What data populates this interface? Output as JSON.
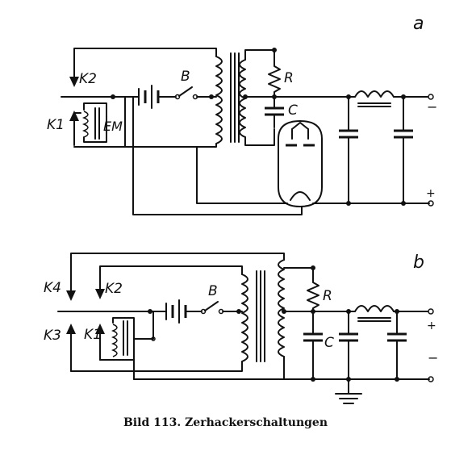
{
  "figure": {
    "caption": "Bild 113. Zerhackerschaltungen"
  },
  "panel_a": {
    "tag": "a",
    "labels": {
      "k2": "K2",
      "k1": "K1",
      "em": "EM",
      "b": "B",
      "r": "R",
      "c": "C",
      "minus": "−",
      "plus": "+"
    }
  },
  "panel_b": {
    "tag": "b",
    "labels": {
      "k4": "K4",
      "k2": "K2",
      "k3": "K3",
      "k1": "K1",
      "b": "B",
      "r": "R",
      "c": "C",
      "plus": "+",
      "minus": "−"
    }
  }
}
